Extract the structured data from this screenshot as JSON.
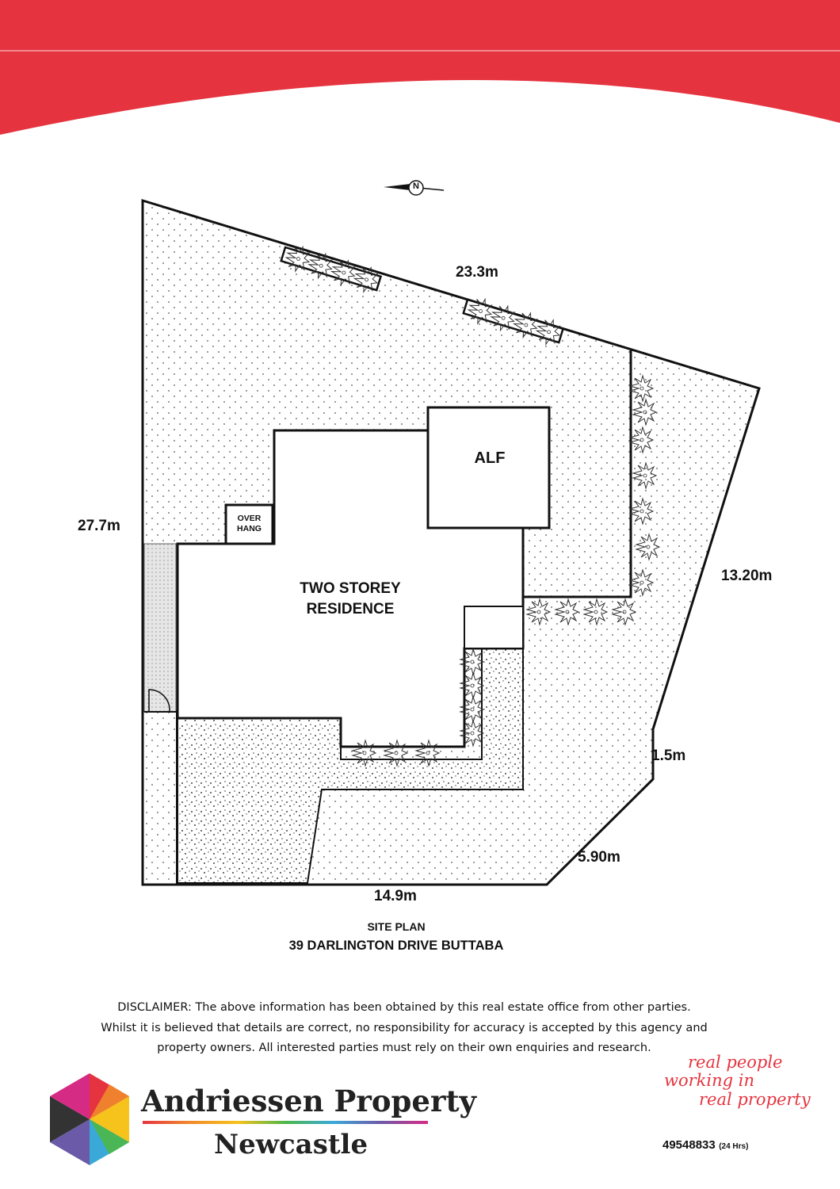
{
  "colors": {
    "brand_red": "#e5343f",
    "line": "#111111"
  },
  "plan": {
    "north_label": "N",
    "dimensions": {
      "top": "23.3m",
      "left": "27.7m",
      "right": "13.20m",
      "short_right": "1.5m",
      "diagonal": "5.90m",
      "bottom": "14.9m"
    },
    "rooms": {
      "alf": "ALF",
      "overhang_line1": "OVER",
      "overhang_line2": "HANG",
      "residence_line1": "TWO STOREY",
      "residence_line2": "RESIDENCE"
    },
    "caption": "SITE PLAN",
    "address": "39 DARLINGTON DRIVE BUTTABA"
  },
  "disclaimer": {
    "line1": "DISCLAIMER: The above information has been obtained by this real estate office from other parties.",
    "line2": "Whilst it is believed that details are correct, no responsibility for accuracy is accepted by this agency and",
    "line3": "property owners. All interested parties must rely on their own enquiries and research."
  },
  "footer": {
    "brand_line1": "Andriessen Property",
    "brand_line2": "Newcastle",
    "tagline1": "real people",
    "tagline2": "working in",
    "tagline3": "real property",
    "phone": "49548833",
    "phone_note": "(24 Hrs)"
  }
}
